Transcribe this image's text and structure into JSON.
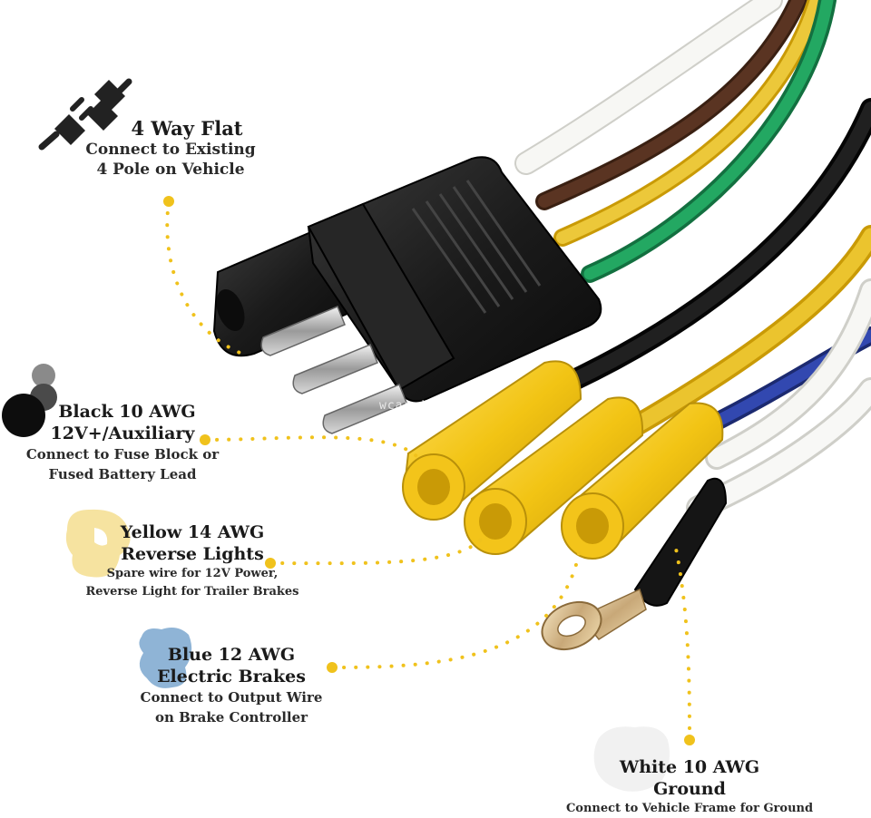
{
  "labels": {
    "four_way": {
      "title": "4 Way Flat",
      "line1": "Connect to Existing",
      "line2": "4 Pole on Vehicle"
    },
    "black": {
      "title1": "Black 10 AWG",
      "title2": "12V+/Auxiliary",
      "line1": "Connect to Fuse Block or",
      "line2": "Fused Battery Lead"
    },
    "yellow": {
      "title1": "Yellow 14 AWG",
      "title2": "Reverse Lights",
      "line1": "Spare wire for 12V Power,",
      "line2": "Reverse Light for Trailer Brakes"
    },
    "blue": {
      "title1": "Blue 12 AWG",
      "title2": "Electric Brakes",
      "line1": "Connect to Output Wire",
      "line2": "on Brake Controller"
    },
    "white": {
      "title1": "White 10 AWG",
      "title2": "Ground",
      "line1": "Connect to Vehicle Frame for Ground"
    }
  },
  "watermark": "wcarwire149",
  "icons": [
    "plug-icon",
    "black-wire-blob-icon",
    "yellow-wire-blob-icon",
    "blue-wire-blob-icon",
    "white-wire-blob-icon"
  ],
  "colors": {
    "leader": "#f0c21c",
    "wire_white": "#f4f4f2",
    "wire_brown": "#4a2a1a",
    "wire_yellow": "#e8c020",
    "wire_green": "#1f9a5a",
    "wire_black": "#161616",
    "wire_blue": "#2a3f9a",
    "terminal_yellow": "#f2c414",
    "connector": "#1c1c1c"
  }
}
